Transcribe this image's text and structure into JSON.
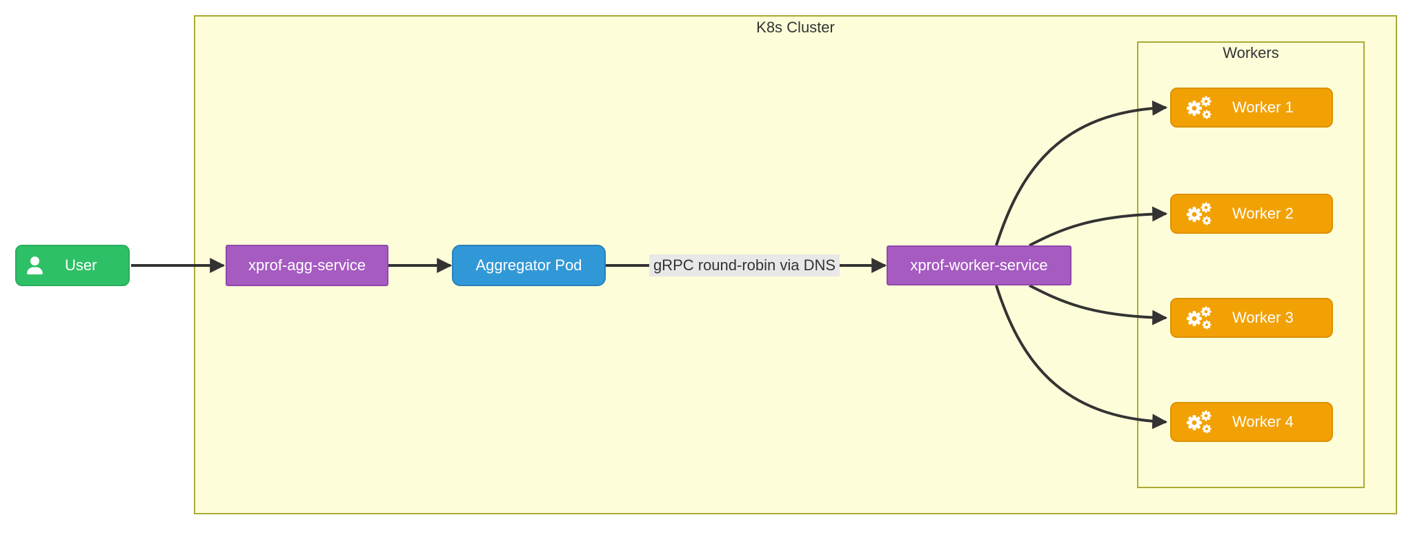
{
  "colors": {
    "canvas-bg": "#ffffff",
    "cluster-fill": "#fdfdd9",
    "cluster-border": "#aaaa33",
    "node-green": "#2ec066",
    "node-green-border": "#29ab5b",
    "node-purple": "#a55bc0",
    "node-purple-border": "#9146ae",
    "node-blue": "#3198d8",
    "node-blue-border": "#2980b9",
    "node-orange": "#f2a105",
    "node-orange-border": "#de9000",
    "edge-color": "#333333",
    "edge-label-bg": "#e8e8e8",
    "text-dark": "#333333",
    "text-light": "#ffffff"
  },
  "cluster": {
    "label": "K8s Cluster"
  },
  "workers_group": {
    "label": "Workers"
  },
  "nodes": {
    "user": {
      "label": "User",
      "icon": "user-icon"
    },
    "agg_service": {
      "label": "xprof-agg-service"
    },
    "aggregator_pod": {
      "label": "Aggregator Pod"
    },
    "worker_service": {
      "label": "xprof-worker-service"
    },
    "workers": [
      {
        "label": "Worker 1",
        "icon": "gears-icon"
      },
      {
        "label": "Worker 2",
        "icon": "gears-icon"
      },
      {
        "label": "Worker 3",
        "icon": "gears-icon"
      },
      {
        "label": "Worker 4",
        "icon": "gears-icon"
      }
    ]
  },
  "edges": {
    "grpc_label": "gRPC round-robin via DNS"
  }
}
